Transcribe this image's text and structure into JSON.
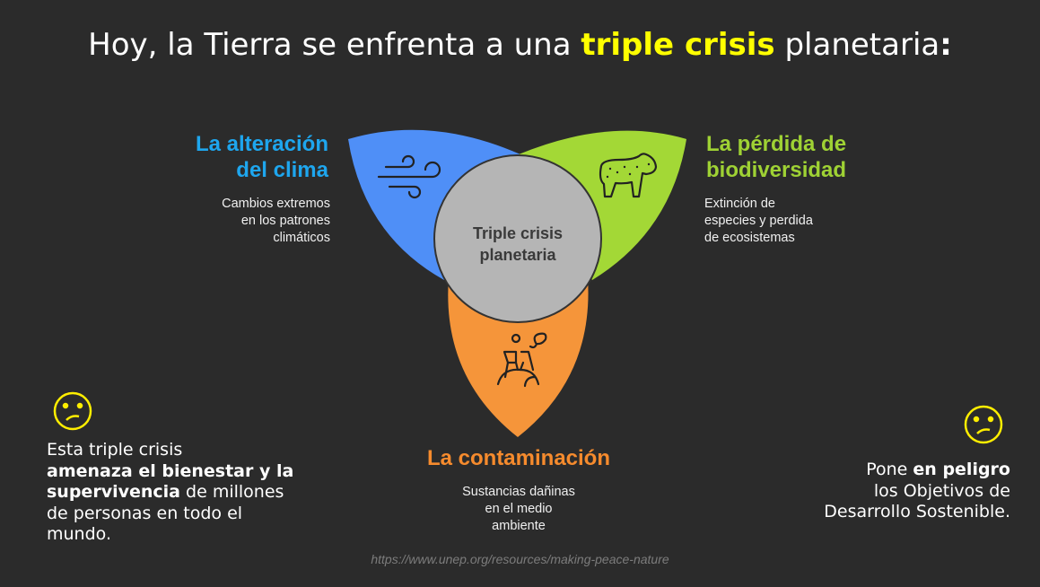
{
  "title": {
    "prefix": "Hoy, la Tierra se enfrenta a una ",
    "highlight": "triple crisis",
    "suffix": " planetaria",
    "colon": ":"
  },
  "center": {
    "line1": "Triple crisis",
    "line2": "planetaria"
  },
  "crises": [
    {
      "title_line1": "La alteración",
      "title_line2": "del clima",
      "desc": [
        "Cambios extremos",
        "en los patrones",
        "climáticos"
      ],
      "icon": "wind-icon",
      "color": "#4f8ff7"
    },
    {
      "title_line1": "La pérdida de",
      "title_line2": "biodiversidad",
      "desc": [
        "Extinción de",
        "especies y perdida",
        "de ecosistemas"
      ],
      "icon": "jaguar-icon",
      "color": "#a3d836"
    },
    {
      "title_line1": "La contaminación",
      "desc": [
        "Sustancias dañinas",
        "en el medio",
        "ambiente"
      ],
      "icon": "factory-pollution-icon",
      "color": "#f5953a"
    }
  ],
  "left_note": {
    "t1": "Esta triple crisis",
    "b1": "amenaza el bienestar y la",
    "b2": "supervivencia",
    "t2": " de millones",
    "t3": "de personas en todo el",
    "t4": "mundo.",
    "icon": "sad-face-icon"
  },
  "right_note": {
    "t1": "Pone ",
    "b1": "en peligro",
    "t2": "los Objetivos de",
    "t3": "Desarrollo Sostenible.",
    "icon": "sad-face-icon"
  },
  "source": "https://www.unep.org/resources/making-peace-nature",
  "colors": {
    "background": "#2b2b2b",
    "highlight": "#ffff00",
    "center": "#b5b5b5"
  }
}
